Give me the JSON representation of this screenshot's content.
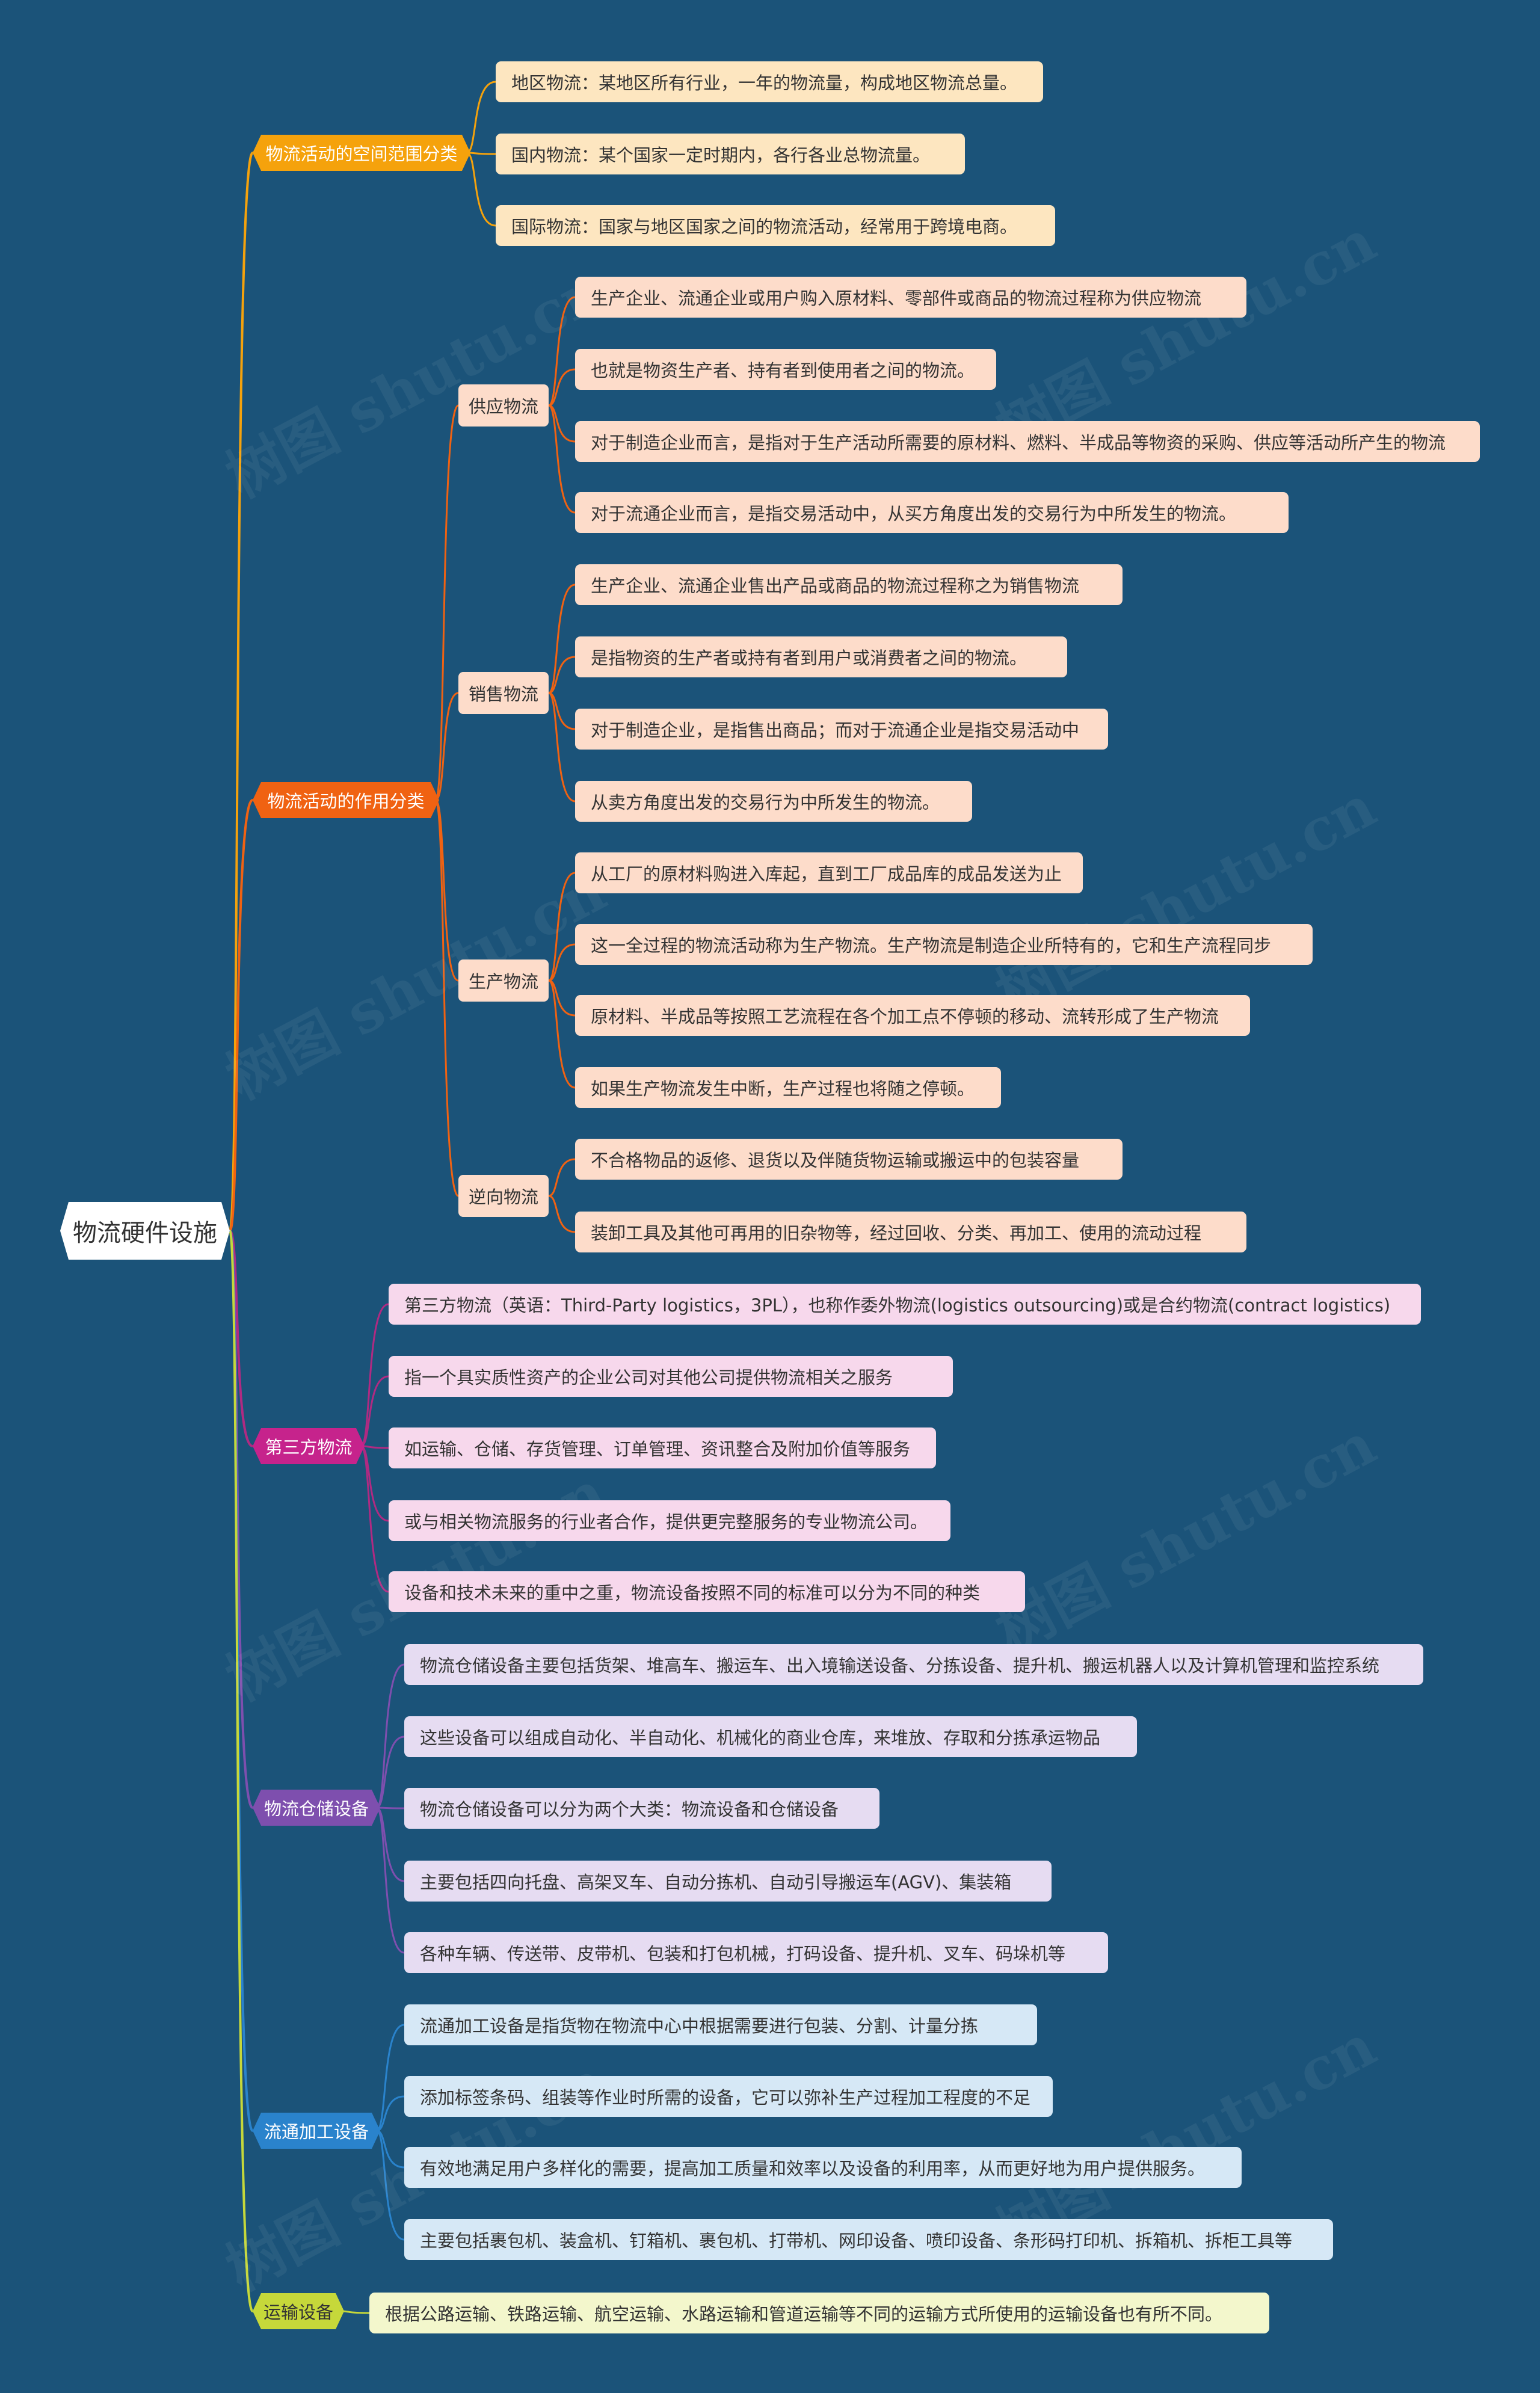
{
  "root": {
    "label": "物流硬件设施"
  },
  "watermark": "树图 shutu.cn",
  "branches": [
    {
      "label": "物流活动的空间范围分类",
      "color": "#f5a20c",
      "line": "#f5a20c",
      "leaf_bg": "#fde6c0",
      "leaves": [
        "地区物流：某地区所有行业，一年的物流量，构成地区物流总量。",
        "国内物流：某个国家一定时期内，各行各业总物流量。",
        "国际物流：国家与地区国家之间的物流活动，经常用于跨境电商。"
      ]
    },
    {
      "label": "物流活动的作用分类",
      "color": "#f06212",
      "line": "#f06212",
      "leaf_bg": "#fddcca",
      "subs": [
        {
          "label": "供应物流",
          "leaves": [
            "生产企业、流通企业或用户购入原材料、零部件或商品的物流过程称为供应物流",
            "也就是物资生产者、持有者到使用者之间的物流。",
            "对于制造企业而言，是指对于生产活动所需要的原材料、燃料、半成品等物资的采购、供应等活动所产生的物流",
            "对于流通企业而言，是指交易活动中，从买方角度出发的交易行为中所发生的物流。"
          ]
        },
        {
          "label": "销售物流",
          "leaves": [
            "生产企业、流通企业售出产品或商品的物流过程称之为销售物流",
            "是指物资的生产者或持有者到用户或消费者之间的物流。",
            "对于制造企业，是指售出商品；而对于流通企业是指交易活动中",
            "从卖方角度出发的交易行为中所发生的物流。"
          ]
        },
        {
          "label": "生产物流",
          "leaves": [
            "从工厂的原材料购进入库起，直到工厂成品库的成品发送为止",
            "这一全过程的物流活动称为生产物流。生产物流是制造企业所特有的，它和生产流程同步",
            "原材料、半成品等按照工艺流程在各个加工点不停顿的移动、流转形成了生产物流",
            "如果生产物流发生中断，生产过程也将随之停顿。"
          ]
        },
        {
          "label": "逆向物流",
          "leaves": [
            "不合格物品的返修、退货以及伴随货物运输或搬运中的包装容量",
            "装卸工具及其他可再用的旧杂物等，经过回收、分类、再加工、使用的流动过程"
          ]
        }
      ]
    },
    {
      "label": "第三方物流",
      "color": "#c6238c",
      "line": "#b02a82",
      "leaf_bg": "#f7d8ec",
      "leaves": [
        "第三方物流（英语：Third-Party logistics，3PL），也称作委外物流(logistics outsourcing)或是合约物流(contract logistics)",
        "指一个具实质性资产的企业公司对其他公司提供物流相关之服务",
        "如运输、仓储、存货管理、订单管理、资讯整合及附加价值等服务",
        "或与相关物流服务的行业者合作，提供更完整服务的专业物流公司。",
        "设备和技术未来的重中之重，物流设备按照不同的标准可以分为不同的种类"
      ]
    },
    {
      "label": "物流仓储设备",
      "color": "#7e4fae",
      "line": "#7e4fae",
      "leaf_bg": "#e6dcf2",
      "leaves": [
        "物流仓储设备主要包括货架、堆高车、搬运车、出入境输送设备、分拣设备、提升机、搬运机器人以及计算机管理和监控系统",
        "这些设备可以组成自动化、半自动化、机械化的商业仓库，来堆放、存取和分拣承运物品",
        "物流仓储设备可以分为两个大类：物流设备和仓储设备",
        "主要包括四向托盘、高架叉车、自动分拣机、自动引导搬运车(AGV)、集装箱",
        "各种车辆、传送带、皮带机、包装和打包机械，打码设备、提升机、叉车、码垛机等"
      ]
    },
    {
      "label": "流通加工设备",
      "color": "#2a83cc",
      "line": "#2a83cc",
      "leaf_bg": "#d6e8f6",
      "leaves": [
        "流通加工设备是指货物在物流中心中根据需要进行包装、分割、计量分拣",
        "添加标签条码、组装等作业时所需的设备，它可以弥补生产过程加工程度的不足",
        "有效地满足用户多样化的需要，提高加工质量和效率以及设备的利用率，从而更好地为用户提供服务。",
        "主要包括裹包机、装盒机、钉箱机、裹包机、打带机、网印设备、喷印设备、条形码打印机、拆箱机、拆柜工具等"
      ]
    },
    {
      "label": "运输设备",
      "color": "#c6d83a",
      "label_color": "#333333",
      "line": "#c6d83a",
      "leaf_bg": "#f3f7cc",
      "leaves": [
        "根据公路运输、铁路运输、航空运输、水路运输和管道运输等不同的运输方式所使用的运输设备也有所不同。"
      ]
    }
  ]
}
